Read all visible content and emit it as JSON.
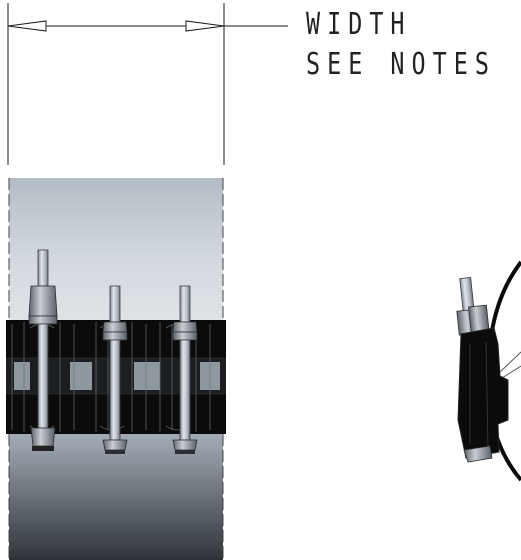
{
  "notes": {
    "line1": "WIDTH",
    "line2": "SEE NOTES"
  },
  "colors": {
    "line": "#1a1a1a",
    "clamp_black": "#0b0b0b",
    "band_light": "#cfd6de",
    "band_dark": "#2c3036",
    "steel": "#b8bfc6"
  },
  "parts": {
    "front_view_bolts": 3,
    "side_view_bolts": 1
  }
}
